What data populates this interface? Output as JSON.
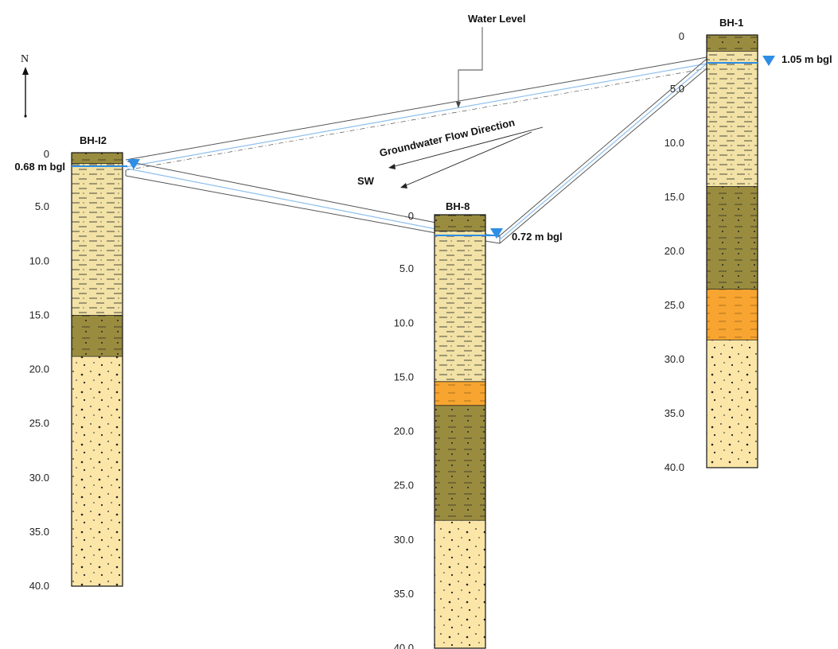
{
  "north": {
    "label": "N"
  },
  "annotations": {
    "water_level": "Water Level",
    "flow_direction": "Groundwater Flow Direction",
    "sw": "SW"
  },
  "colors": {
    "clay": "#f2e2a6",
    "silt": "#9a8c3f",
    "sand": "#fbe6a8",
    "orange": "#f7a530",
    "water": "#2f8de4",
    "water_line": "#8ec0ee"
  },
  "boreholes": [
    {
      "id": "bh-i2",
      "name": "BH-I2",
      "water_level_text": "0.68 m bgl",
      "depth_labels": [
        "0",
        "5.0",
        "10.0",
        "15.0",
        "20.0",
        "25.0",
        "30.0",
        "35.0",
        "40.0"
      ],
      "layers": [
        {
          "top": 0,
          "bottom": 1.0,
          "type": "silt"
        },
        {
          "top": 1.0,
          "bottom": 15.0,
          "type": "clay"
        },
        {
          "top": 15.0,
          "bottom": 18.8,
          "type": "silt"
        },
        {
          "top": 18.8,
          "bottom": 40.0,
          "type": "sand"
        }
      ]
    },
    {
      "id": "bh-8",
      "name": "BH-8",
      "water_level_text": "0.72 m bgl",
      "depth_labels": [
        "0",
        "5.0",
        "10.0",
        "15.0",
        "20.0",
        "25.0",
        "30.0",
        "35.0",
        "40.0"
      ],
      "layers": [
        {
          "top": 0,
          "bottom": 1.5,
          "type": "silt"
        },
        {
          "top": 1.5,
          "bottom": 15.4,
          "type": "clay"
        },
        {
          "top": 15.4,
          "bottom": 17.6,
          "type": "orange"
        },
        {
          "top": 17.6,
          "bottom": 28.2,
          "type": "silt"
        },
        {
          "top": 28.2,
          "bottom": 40.0,
          "type": "sand"
        }
      ]
    },
    {
      "id": "bh-1",
      "name": "BH-1",
      "water_level_text": "1.05 m bgl",
      "depth_labels": [
        "0",
        "5.0",
        "10.0",
        "15.0",
        "20.0",
        "25.0",
        "30.0",
        "35.0",
        "40.0"
      ],
      "layers": [
        {
          "top": 0,
          "bottom": 1.5,
          "type": "silt"
        },
        {
          "top": 1.5,
          "bottom": 14.0,
          "type": "clay"
        },
        {
          "top": 14.0,
          "bottom": 23.5,
          "type": "silt"
        },
        {
          "top": 23.5,
          "bottom": 28.2,
          "type": "orange"
        },
        {
          "top": 28.2,
          "bottom": 40.0,
          "type": "sand"
        }
      ]
    }
  ]
}
